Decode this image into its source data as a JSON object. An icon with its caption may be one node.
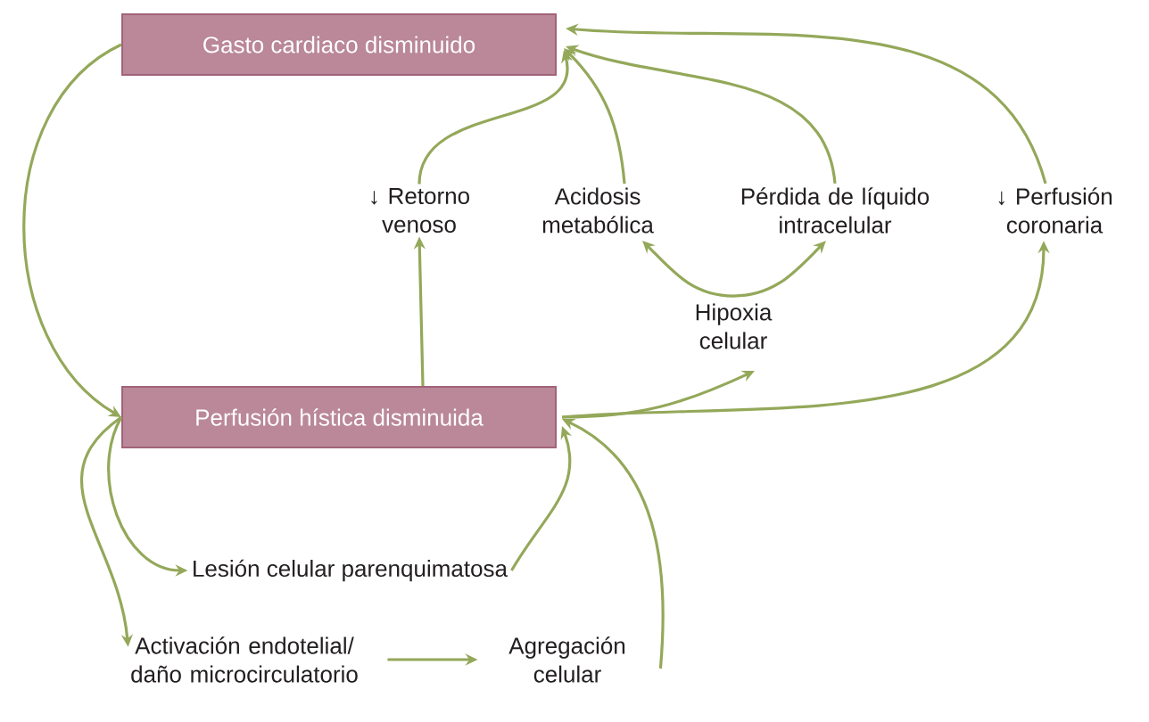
{
  "diagram": {
    "nodes": [
      {
        "text": [
          "Gasto cardiaco disminuido"
        ]
      },
      {
        "text": [
          "↓ Retorno venoso"
        ]
      },
      {
        "text": [
          "Acidosis metabólica"
        ]
      },
      {
        "text": [
          "Pérdida de líquido intracelular"
        ]
      },
      {
        "text": [
          "↓ Perfusión coronaria"
        ]
      },
      {
        "text": [
          "Hipoxia celular"
        ]
      },
      {
        "text": [
          "Perfusión hística disminuida"
        ]
      },
      {
        "text": [
          "Lesión celular parenquimatosa"
        ]
      },
      {
        "text": [
          "Activación endotelial/ daño microcirculatorio"
        ]
      },
      {
        "text": [
          "Agregación celular"
        ]
      }
    ],
    "edges": [
      {
        "from": 0,
        "to": 6,
        "arrow": "to"
      },
      {
        "from": 6,
        "to": 1,
        "arrow": "to"
      },
      {
        "from": 1,
        "to": 0,
        "arrow": "to"
      },
      {
        "from": 2,
        "to": 0,
        "arrow": "to"
      },
      {
        "from": 3,
        "to": 0,
        "arrow": "to"
      },
      {
        "from": 4,
        "to": 0,
        "arrow": "to"
      },
      {
        "from": 5,
        "to": 2,
        "arrow": "to"
      },
      {
        "from": 5,
        "to": 3,
        "arrow": "to"
      },
      {
        "from": 6,
        "to": 5,
        "arrow": "to"
      },
      {
        "from": 6,
        "to": 4,
        "arrow": "to"
      },
      {
        "from": 6,
        "to": 7,
        "arrow": "to"
      },
      {
        "from": 7,
        "to": 6,
        "arrow": "to"
      },
      {
        "from": 6,
        "to": 8,
        "arrow": "to"
      },
      {
        "from": 8,
        "to": 9,
        "arrow": "to"
      },
      {
        "from": 9,
        "to": 6,
        "arrow": "to"
      }
    ]
  }
}
